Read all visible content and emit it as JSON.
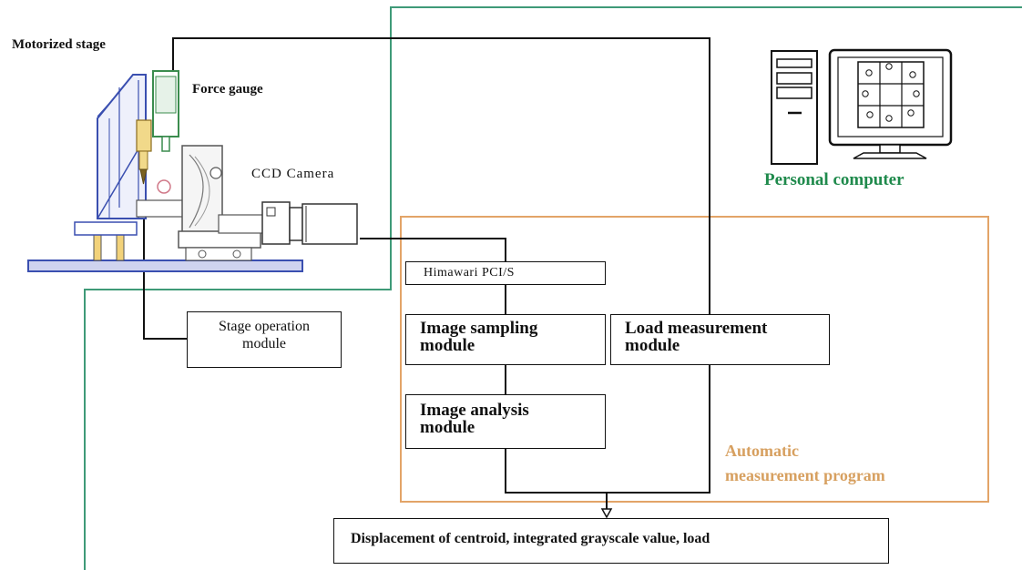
{
  "labels": {
    "motorized_stage": "Motorized stage",
    "force_gauge": "Force gauge",
    "ccd_camera": "CCD Camera",
    "personal_computer": "Personal computer",
    "program_line1": "Automatic",
    "program_line2": "measurement program"
  },
  "modules": {
    "himawari": "Himawari PCI/S",
    "image_sampling_1": "Image sampling",
    "image_sampling_2": "module",
    "load_measurement_1": "Load measurement",
    "load_measurement_2": "module",
    "image_analysis_1": "Image analysis",
    "image_analysis_2": "module",
    "stage_operation_1": "Stage operation",
    "stage_operation_2": "module"
  },
  "output": "Displacement of centroid, integrated grayscale value, load",
  "colors": {
    "pc_boundary": "#3f9a78",
    "program_boundary": "#e3a468",
    "pc_label": "#1f8a4c",
    "program_label": "#d7a060",
    "apparatus_frame": "#3a4fb0"
  }
}
